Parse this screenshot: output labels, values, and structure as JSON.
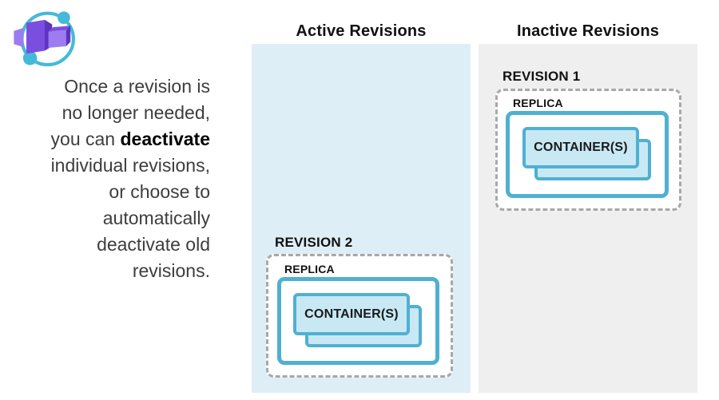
{
  "logo": {
    "name": "azure-container-apps-logo"
  },
  "intro": {
    "lines": [
      "Once a revision is",
      "no longer needed,",
      "you can ",
      "deactivate",
      "individual revisions,",
      "or choose to",
      "automatically",
      "deactivate old",
      "revisions."
    ]
  },
  "columns": {
    "active": {
      "title": "Active Revisions"
    },
    "inactive": {
      "title": "Inactive Revisions"
    }
  },
  "revisions": [
    {
      "label": "REVISION 2",
      "replica": "REPLICA",
      "container": "CONTAINER(S)",
      "column": "active"
    },
    {
      "label": "REVISION 1",
      "replica": "REPLICA",
      "container": "CONTAINER(S)",
      "column": "inactive"
    }
  ],
  "colors": {
    "accent_cyan": "#4fb0d2",
    "container_fill": "#c8e8f4",
    "active_bg": "#deeef6",
    "inactive_bg": "#efefef",
    "dash_gray": "#a8a8a8",
    "text_gray": "#3d3d3d",
    "heading_black": "#111111",
    "logo_cyan": "#45b9d9",
    "logo_purple": "#7a4fe0",
    "logo_purple_dark": "#5d33c0",
    "logo_purple_light": "#9d7cf0"
  }
}
